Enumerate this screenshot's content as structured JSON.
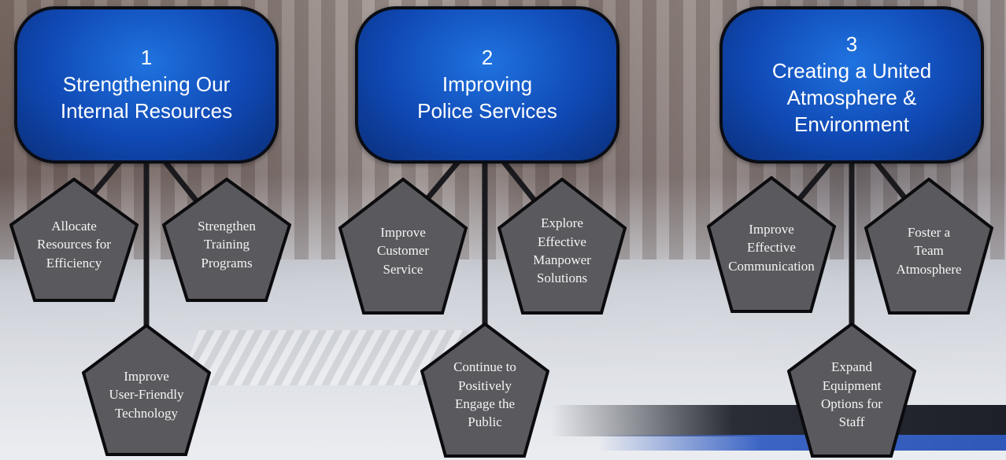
{
  "goals": [
    {
      "number": "1",
      "lines": [
        "Strengthening Our",
        "Internal Resources"
      ]
    },
    {
      "number": "2",
      "lines": [
        "Improving",
        "Police Services"
      ]
    },
    {
      "number": "3",
      "lines": [
        "Creating a United",
        "Atmosphere &",
        "Environment"
      ]
    }
  ],
  "objectives": [
    {
      "goal": 1,
      "lines": [
        "Allocate",
        "Resources for",
        "Efficiency"
      ]
    },
    {
      "goal": 1,
      "lines": [
        "Strengthen",
        "Training",
        "Programs"
      ]
    },
    {
      "goal": 1,
      "lines": [
        "Improve",
        "User-Friendly",
        "Technology"
      ]
    },
    {
      "goal": 2,
      "lines": [
        "Improve",
        "Customer",
        "Service"
      ]
    },
    {
      "goal": 2,
      "lines": [
        "Explore",
        "Effective",
        "Manpower",
        "Solutions"
      ]
    },
    {
      "goal": 2,
      "lines": [
        "Continue to",
        "Positively",
        "Engage the",
        "Public"
      ]
    },
    {
      "goal": 3,
      "lines": [
        "Improve",
        "Effective",
        "Communication"
      ]
    },
    {
      "goal": 3,
      "lines": [
        "Foster a",
        "Team",
        "Atmosphere"
      ]
    },
    {
      "goal": 3,
      "lines": [
        "Expand",
        "Equipment",
        "Options for",
        "Staff"
      ]
    }
  ],
  "colors": {
    "goal_fill": "#1b5fd0",
    "goal_border": "#0b0d14",
    "objective_fill": "#5a5a5e",
    "objective_border": "#0b0b0e",
    "connector": "#1a1a1e"
  }
}
